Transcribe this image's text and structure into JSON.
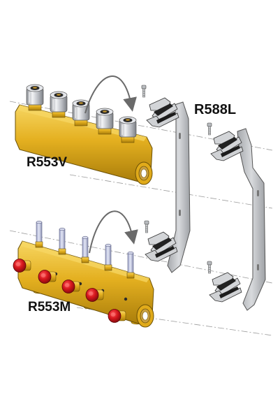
{
  "labels": {
    "top_manifold": "R553V",
    "bracket": "R588L",
    "bottom_manifold": "R553M"
  },
  "colors": {
    "brass": "#e2ae1c",
    "brass_dark": "#b88a0c",
    "brass_light": "#f6d35a",
    "chrome": "#c9ccd2",
    "red_cap": "#d0161c",
    "stem": "#b9bede",
    "bracket_steel": "#c4c6c9",
    "clip_black": "#222222",
    "guide_line": "#9a9a9a",
    "arrow": "#6a6a6a"
  },
  "icons": [
    "curved-arrow-icon",
    "screw-icon"
  ]
}
